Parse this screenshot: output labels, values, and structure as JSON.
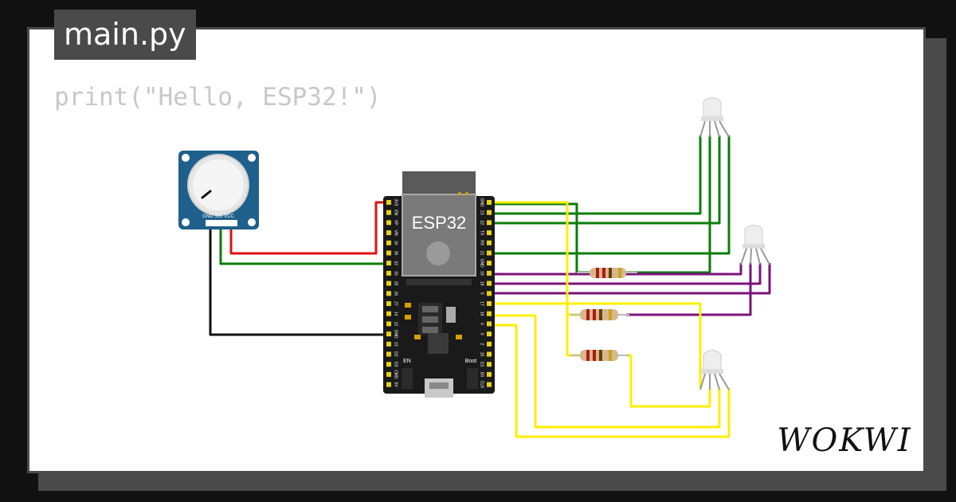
{
  "project": {
    "file_name": "main.py",
    "code": "print(\"Hello, ESP32!\")",
    "brand": "WOKWI"
  },
  "board": {
    "name": "ESP32",
    "left_pin_labels": [
      "3V3",
      "EN",
      "VP",
      "VN",
      "34",
      "35",
      "32",
      "33",
      "25",
      "26",
      "27",
      "14",
      "12",
      "GND",
      "13",
      "D2",
      "D3",
      "CMD",
      "5V"
    ],
    "right_pin_labels": [
      "GND",
      "23",
      "22",
      "TX",
      "RX",
      "21",
      "GND",
      "19",
      "18",
      "5",
      "17",
      "16",
      "4",
      "0",
      "2",
      "15",
      "D1",
      "D0",
      "CLK"
    ],
    "button_labels": {
      "en": "EN",
      "boot": "Boot"
    }
  },
  "potentiometer": {
    "pin_labels": "GND SIG VCC"
  },
  "colors": {
    "background": "#111111",
    "panel": "#ffffff",
    "frame": "#4a4a4a",
    "code_text": "#c8c8c8",
    "wire_red": "#e01010",
    "wire_green": "#0a7d0a",
    "wire_black": "#111111",
    "wire_purple": "#7b137b",
    "wire_yellow": "#ffee00",
    "pcb_blue": "#1f5f8b",
    "board_black": "#1a1a1a"
  }
}
